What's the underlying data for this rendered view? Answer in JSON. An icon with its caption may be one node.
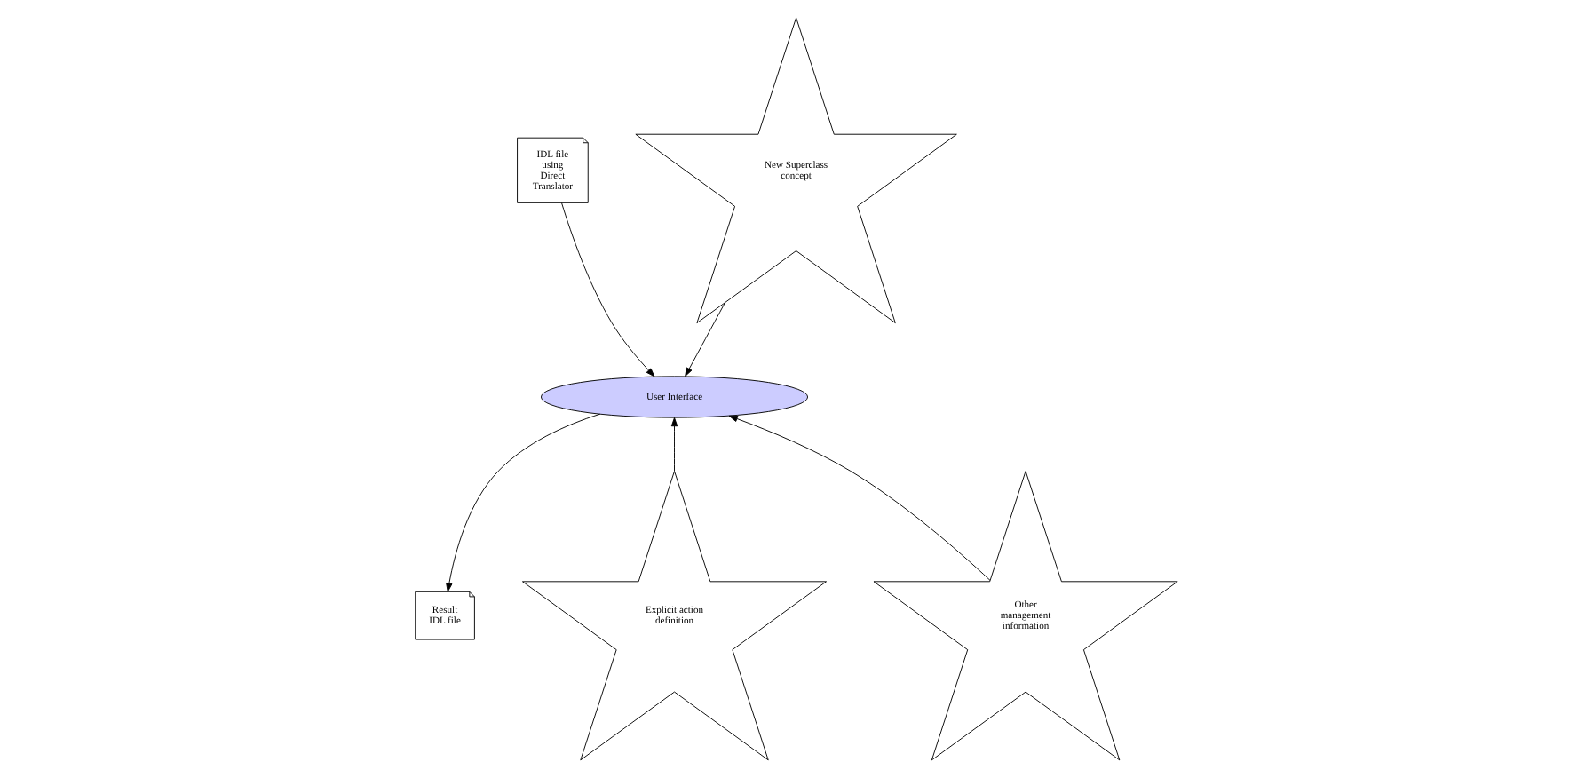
{
  "diagram": {
    "nodes": [
      {
        "text": [
          "IDL file using Direct Translator"
        ]
      },
      {
        "text": [
          "New Superclass concept"
        ]
      },
      {
        "text": [
          "User Interface"
        ]
      },
      {
        "text": [
          "Explicit action definition"
        ]
      },
      {
        "text": [
          "Other management information"
        ]
      },
      {
        "text": [
          "Result IDL file"
        ]
      }
    ],
    "edges": [
      {
        "from": 0,
        "to": 2,
        "arrow": "to"
      },
      {
        "from": 1,
        "to": 2,
        "arrow": "to"
      },
      {
        "from": 3,
        "to": 2,
        "arrow": "to"
      },
      {
        "from": 4,
        "to": 2,
        "arrow": "to"
      },
      {
        "from": 2,
        "to": 5,
        "arrow": "to"
      }
    ]
  }
}
